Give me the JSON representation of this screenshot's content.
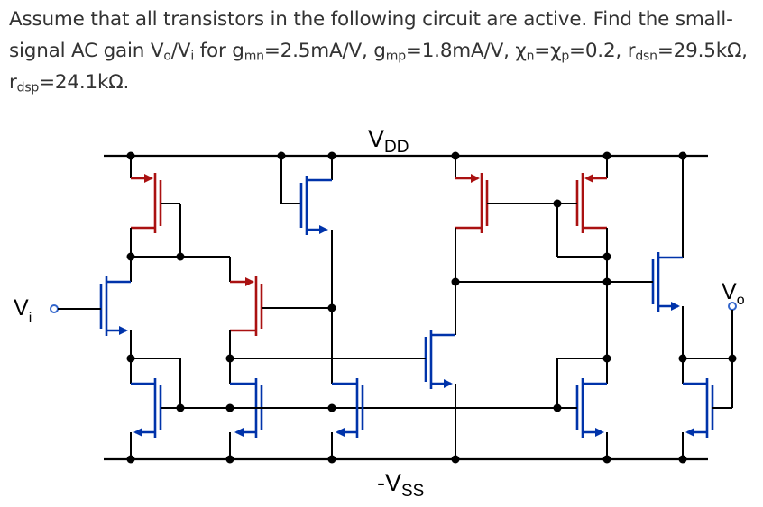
{
  "problem": {
    "line1": "Assume that all transistors in the following circuit are active. Find the small-",
    "line2_a": "signal AC gain V",
    "line2_b": "/V",
    "line2_c": " for g",
    "line2_d": "=2.5mA/V, g",
    "line2_e": "=1.8mA/V, χ",
    "line2_f": "=χ",
    "line2_g": "=0.2, r",
    "line2_h": "=29.5kΩ,",
    "sub_o": "o",
    "sub_i": "i",
    "sub_mn": "mn",
    "sub_mp": "mp",
    "sub_n": "n",
    "sub_p": "p",
    "sub_dsn": "dsn",
    "line3_a": "r",
    "sub_dsp": "dsp",
    "line3_b": "=24.1kΩ."
  },
  "circuit": {
    "vdd_main": "V",
    "vdd_sub": "DD",
    "vss_main": "-V",
    "vss_sub": "SS",
    "vi_main": "V",
    "vi_sub": "i",
    "vo_main": "V",
    "vo_sub": "o",
    "colors": {
      "wire": "#000000",
      "nmos": "#0033aa",
      "pmos": "#aa1111",
      "terminal": "#3366cc"
    }
  }
}
